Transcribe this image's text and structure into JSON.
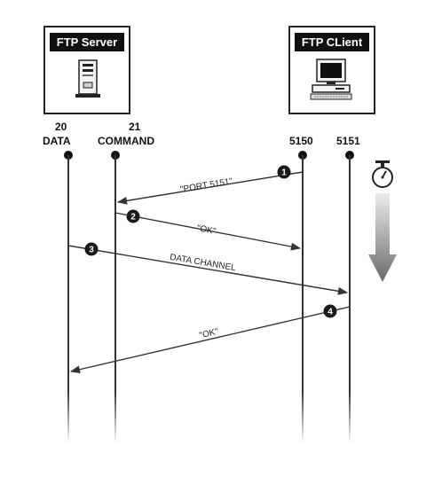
{
  "server": {
    "title": "FTP Server",
    "icon": "server-tower-icon"
  },
  "client": {
    "title": "FTP CLient",
    "icon": "desktop-computer-icon"
  },
  "ports": [
    {
      "number": "20",
      "label": "DATA"
    },
    {
      "number": "21",
      "label": "COMMAND"
    },
    {
      "number": "5150",
      "label": ""
    },
    {
      "number": "5151",
      "label": ""
    }
  ],
  "messages": [
    {
      "step": "1",
      "label": "\"PORT 5151\""
    },
    {
      "step": "2",
      "label": "\"OK\""
    },
    {
      "step": "3",
      "label": "DATA CHANNEL"
    },
    {
      "step": "4",
      "label": "\"OK\""
    }
  ],
  "time_indicator": {
    "icon": "stopwatch-icon",
    "arrow": "time-arrow-down-icon"
  },
  "colors": {
    "header_bg": "#111111",
    "line": "#333333",
    "step_circle": "#1a1a1a",
    "arrow_top": "#e6e6e6",
    "arrow_bottom": "#6e6e6e"
  }
}
